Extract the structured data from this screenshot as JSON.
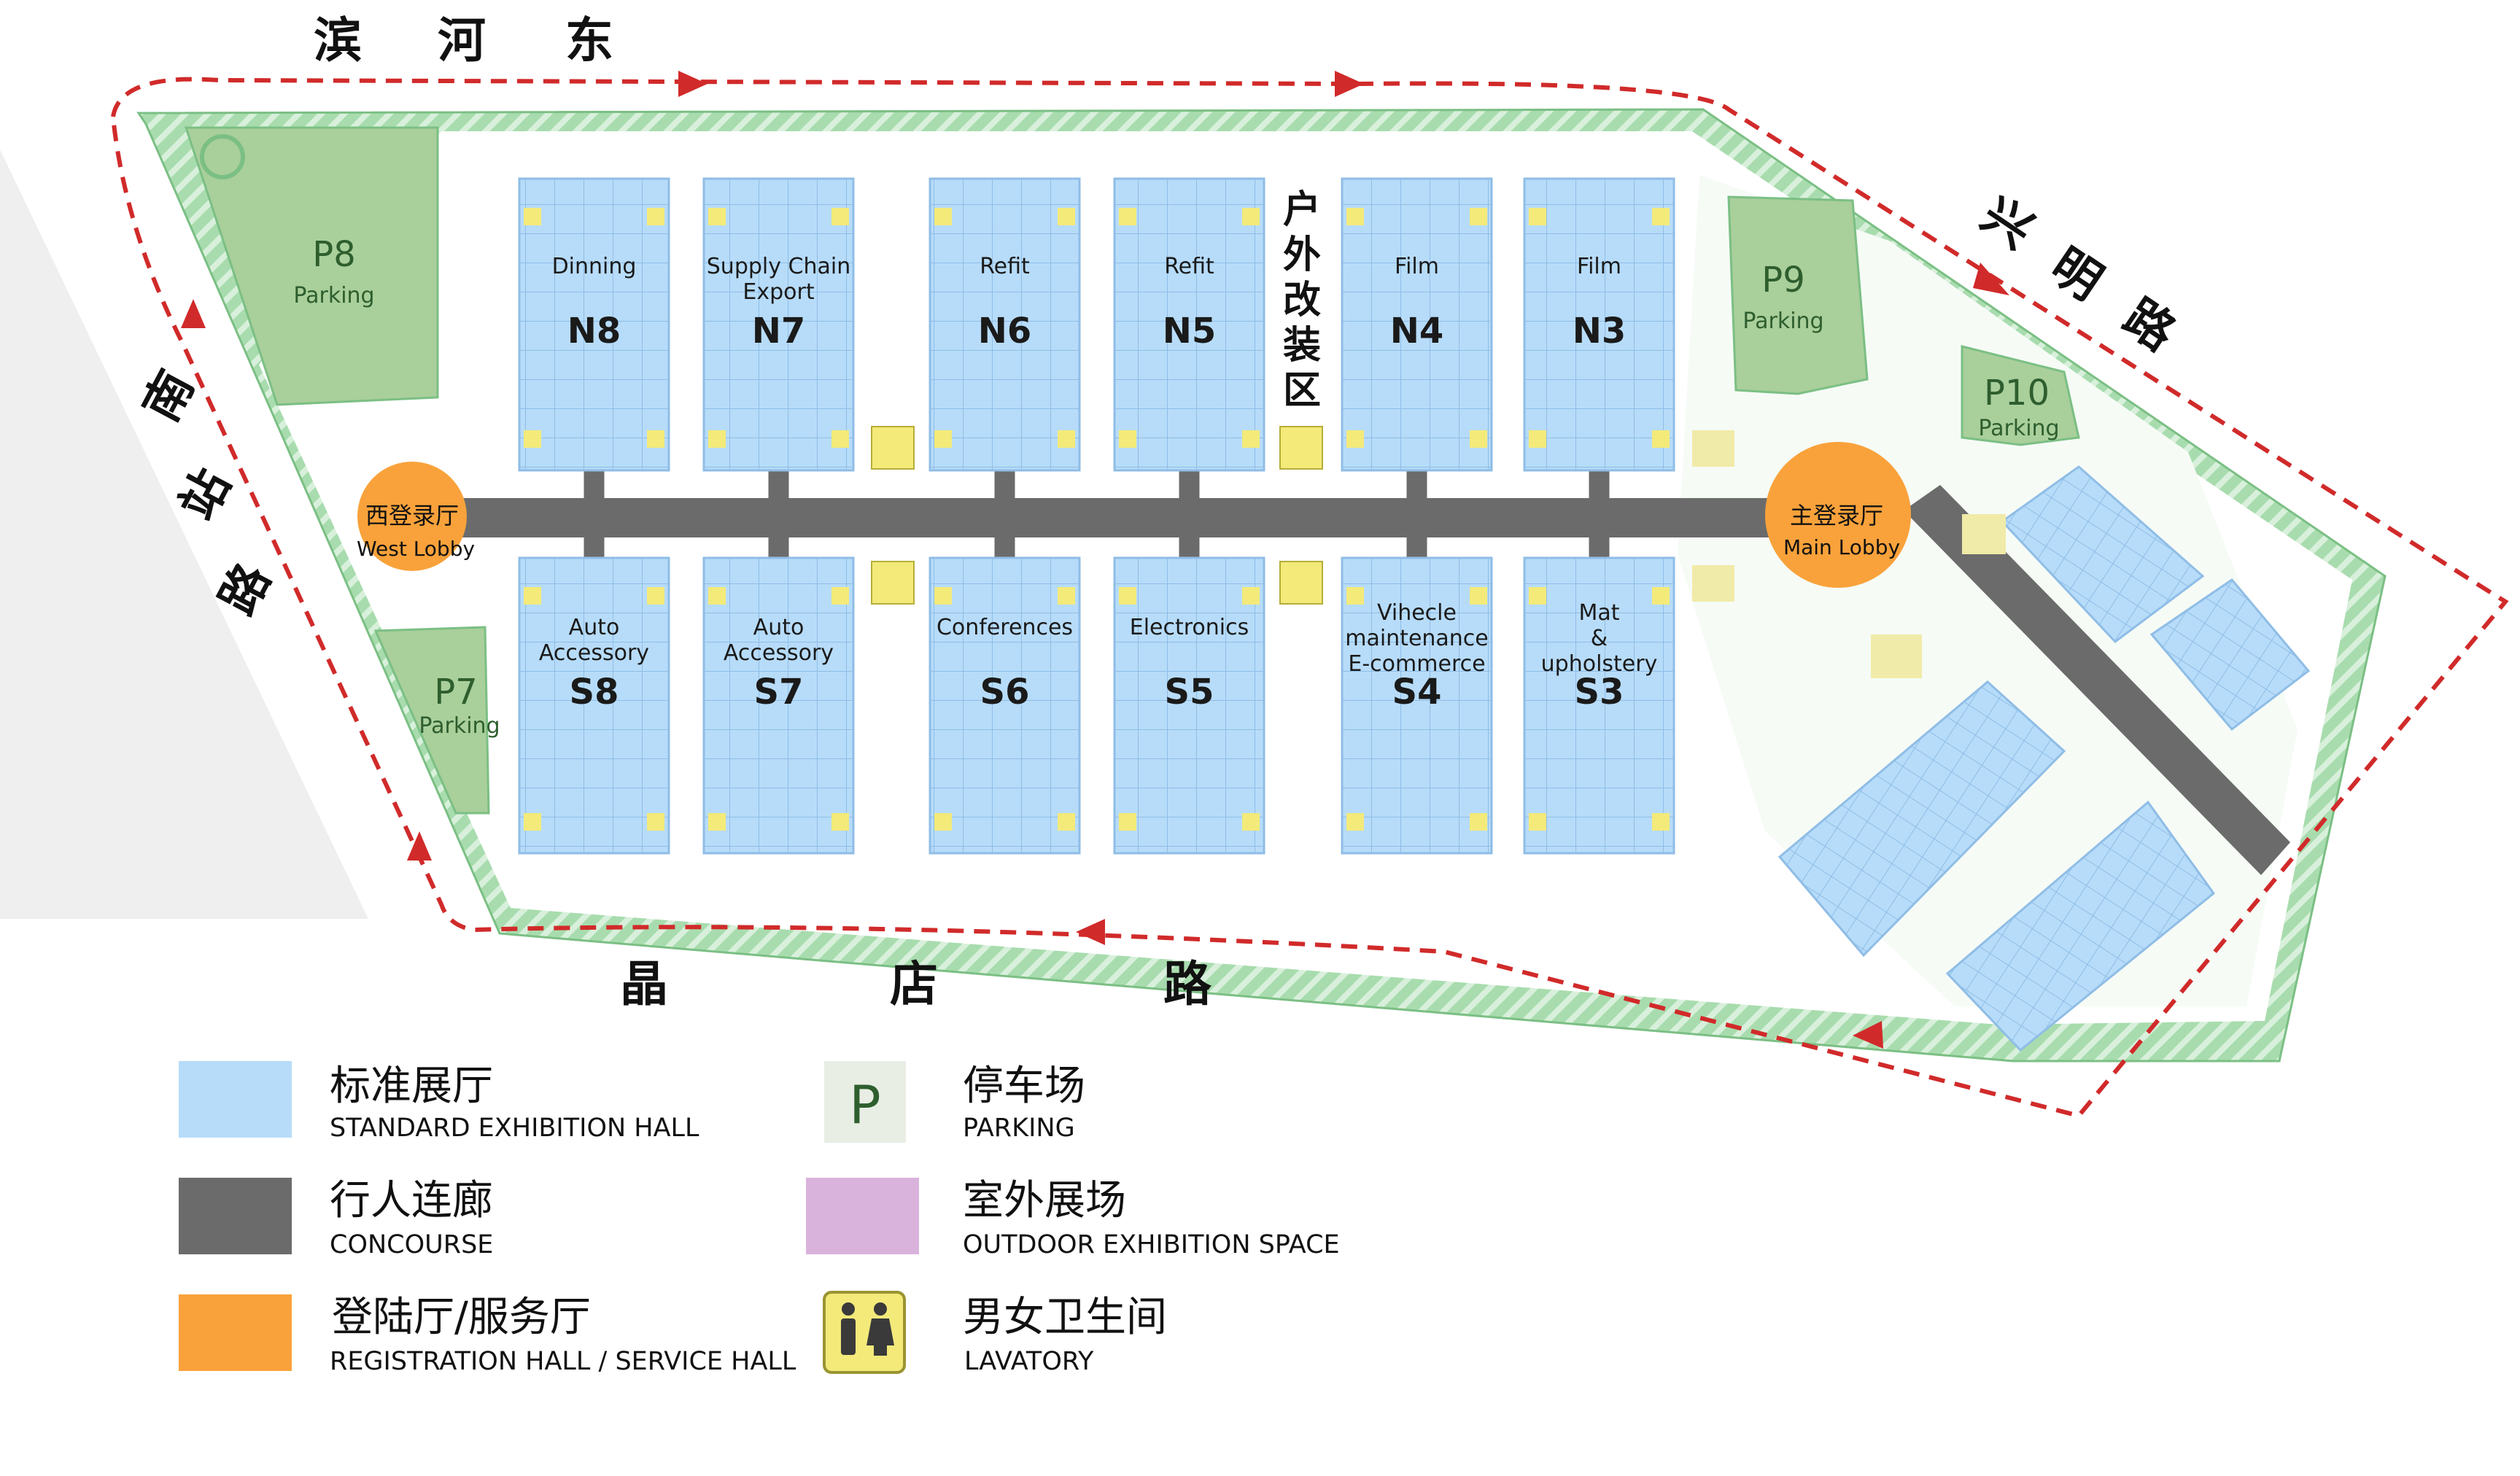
{
  "roads": {
    "north": [
      "滨",
      "河",
      "东"
    ],
    "east": [
      "兴",
      "明",
      "路"
    ],
    "west": [
      "南",
      "站",
      "路"
    ],
    "south": [
      "晶",
      "店",
      "路"
    ]
  },
  "halls_north": [
    {
      "code": "N8",
      "lines": [
        "Dinning"
      ]
    },
    {
      "code": "N7",
      "lines": [
        "Supply Chain",
        "Export"
      ]
    },
    {
      "code": "N6",
      "lines": [
        "Refit"
      ]
    },
    {
      "code": "N5",
      "lines": [
        "Refit"
      ]
    },
    {
      "code": "N4",
      "lines": [
        "Film"
      ]
    },
    {
      "code": "N3",
      "lines": [
        "Film"
      ]
    }
  ],
  "halls_south": [
    {
      "code": "S8",
      "lines": [
        "Auto",
        "Accessory"
      ]
    },
    {
      "code": "S7",
      "lines": [
        "Auto",
        "Accessory"
      ]
    },
    {
      "code": "S6",
      "lines": [
        "Conferences"
      ]
    },
    {
      "code": "S5",
      "lines": [
        "Electronics"
      ]
    },
    {
      "code": "S4",
      "lines": [
        "Vihecle",
        "maintenance",
        "E-commerce"
      ]
    },
    {
      "code": "S3",
      "lines": [
        "Mat",
        "&",
        "upholstery"
      ]
    }
  ],
  "outdoor_area": [
    "户",
    "外",
    "改",
    "装",
    "区"
  ],
  "parking": [
    {
      "code": "P8",
      "label": "Parking"
    },
    {
      "code": "P7",
      "label": "Parking"
    },
    {
      "code": "P9",
      "label": "Parking"
    },
    {
      "code": "P10",
      "label": "Parking"
    }
  ],
  "lobbies": {
    "west": {
      "cn": "西登录厅",
      "en": "West Lobby"
    },
    "main": {
      "cn": "主登录厅",
      "en": "Main Lobby"
    }
  },
  "legend": [
    {
      "cn": "标准展厅",
      "en": "STANDARD EXHIBITION HALL",
      "color": "#b7dcf9"
    },
    {
      "cn": "停车场",
      "en": "PARKING",
      "icon": "P"
    },
    {
      "cn": "行人连廊",
      "en": "CONCOURSE",
      "color": "#6b6b6b"
    },
    {
      "cn": "室外展场",
      "en": "OUTDOOR EXHIBITION SPACE",
      "color": "#d9b3dc"
    },
    {
      "cn": "登陆厅/服务厅",
      "en": "REGISTRATION HALL / SERVICE HALL",
      "color": "#f9a23b"
    },
    {
      "cn": "男女卫生间",
      "en": "LAVATORY",
      "icon": "lavatory"
    }
  ],
  "colors": {
    "hall": "#b7dcf9",
    "hall_grid": "#8fbde6",
    "green": "#9fd6a4",
    "parking": "#a9cf9b",
    "concourse": "#6b6b6b",
    "lobby": "#f9a23b",
    "route": "#d12a2a",
    "lavatory": "#f3ea7a"
  }
}
